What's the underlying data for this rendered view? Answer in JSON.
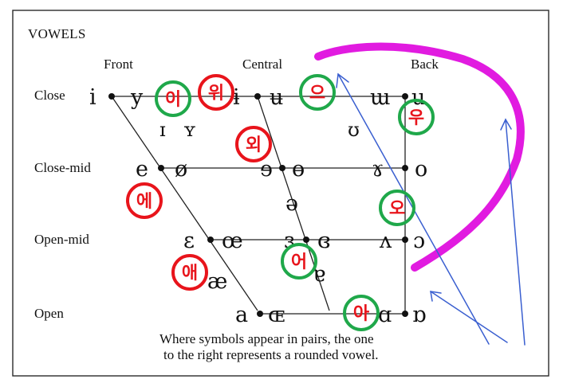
{
  "title": "VOWELS",
  "columns": {
    "front": "Front",
    "central": "Central",
    "back": "Back"
  },
  "rows": {
    "close": "Close",
    "close_mid": "Close-mid",
    "open_mid": "Open-mid",
    "open": "Open"
  },
  "vowels": {
    "i": "i",
    "y": "y",
    "barred_i": "ɨ",
    "barred_u": "ʉ",
    "turned_m": "ɯ",
    "u": "u",
    "small_cap_i": "ɪ",
    "small_cap_y": "ʏ",
    "upsilon": "ʊ",
    "e": "e",
    "slashed_o": "ø",
    "reversed_e": "ɘ",
    "barred_o": "ɵ",
    "ram_horns": "ɤ",
    "o": "o",
    "schwa": "ə",
    "epsilon": "ɛ",
    "oe": "œ",
    "reversed_epsilon": "ɜ",
    "closed_rev_epsilon": "ɞ",
    "turned_v": "ʌ",
    "open_o": "ɔ",
    "ash": "æ",
    "turned_a": "ɐ",
    "a": "a",
    "small_cap_oe": "ɶ",
    "script_a": "ɑ",
    "turned_script_a": "ɒ"
  },
  "note": {
    "line1": "Where symbols appear in pairs, the one",
    "line2": "to the right represents a rounded vowel."
  },
  "annotation_colors": {
    "red": "#e8141b",
    "green": "#1fa84a",
    "magenta": "#e11be0",
    "blue": "#3a5fd0"
  },
  "korean_markers": [
    {
      "text": "이",
      "color": "green"
    },
    {
      "text": "위",
      "color": "red"
    },
    {
      "text": "으",
      "color": "green"
    },
    {
      "text": "우",
      "color": "green"
    },
    {
      "text": "외",
      "color": "red"
    },
    {
      "text": "에",
      "color": "red"
    },
    {
      "text": "오",
      "color": "green"
    },
    {
      "text": "어",
      "color": "green"
    },
    {
      "text": "애",
      "color": "red"
    },
    {
      "text": "아",
      "color": "green"
    }
  ]
}
